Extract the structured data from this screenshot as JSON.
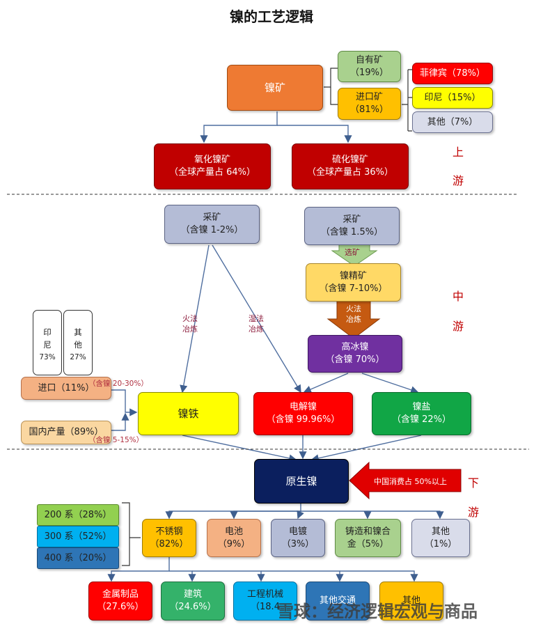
{
  "title": "镍的工艺逻辑",
  "stages": {
    "up1": "上",
    "up2": "游",
    "mid1": "中",
    "mid2": "游",
    "down1": "下",
    "down2": "游"
  },
  "nodes": {
    "nickel_ore": "镍矿",
    "own_mine": {
      "line1": "自有矿",
      "line2": "（19%）"
    },
    "import_mine": {
      "line1": "进口矿",
      "line2": "（81%）"
    },
    "philippines": "菲律宾（78%）",
    "indonesia": "印尼（15%）",
    "others_a": "其他（7%）",
    "oxide_ore": {
      "line1": "氧化镍矿",
      "line2": "（全球产量占 64%）"
    },
    "sulfide_ore": {
      "line1": "硫化镍矿",
      "line2": "（全球产量占 36%）"
    },
    "mining_a": {
      "line1": "采矿",
      "line2": "（含镍 1-2%）"
    },
    "mining_b": {
      "line1": "采矿",
      "line2": "（含镍 1.5%）"
    },
    "beneficiation": "选矿",
    "concentrate": {
      "line1": "镍精矿",
      "line2": "（含镍 7-10%）"
    },
    "fire_smelt_arrow": {
      "line1": "火法",
      "line2": "冶炼"
    },
    "matte": {
      "line1": "高冰镍",
      "line2": "（含镍 70%）"
    },
    "pyro_label": {
      "line1": "火法",
      "line2": "冶炼"
    },
    "hydro_label": {
      "line1": "湿法",
      "line2": "冶炼"
    },
    "indonesia_col": {
      "line1": "印",
      "line2": "尼",
      "value": "73%"
    },
    "others_col": {
      "line1": "其",
      "line2": "他",
      "value": "27%"
    },
    "import_nfe": "进口（11%）",
    "import_note": "（含镍 20-30%）",
    "domestic_nfe": "国内产量（89%）",
    "domestic_note": "（含镍 5-15%）",
    "nickel_iron": "镍铁",
    "electrolytic": {
      "line1": "电解镍",
      "line2": "（含镍 99.96%）"
    },
    "nickel_salt": {
      "line1": "镍盐",
      "line2": "（含镍 22%）"
    },
    "primary_nickel": "原生镍",
    "china_consumption": "中国消费占 50%以上",
    "series200": "200 系（28%）",
    "series300": "300 系（52%）",
    "series400": "400 系（20%）",
    "stainless": {
      "line1": "不锈钢",
      "line2": "（82%）"
    },
    "battery": {
      "line1": "电池",
      "line2": "（9%）"
    },
    "plating": {
      "line1": "电镀",
      "line2": "（3%）"
    },
    "alloy": {
      "line1": "铸造和镍合",
      "line2": "金（5%）"
    },
    "others_use": {
      "line1": "其他",
      "line2": "（1%）"
    },
    "metal_products": {
      "line1": "金属制品",
      "line2": "（27.6%）"
    },
    "construction": {
      "line1": "建筑",
      "line2": "（24.6%）"
    },
    "machinery": {
      "line1": "工程机械",
      "line2": "（18.4"
    },
    "transport": {
      "line1": "其他交通",
      "line2": ""
    },
    "others_end": {
      "line1": "其他",
      "line2": ""
    }
  },
  "watermark": "雪球：经济逻辑宏观与商品"
}
